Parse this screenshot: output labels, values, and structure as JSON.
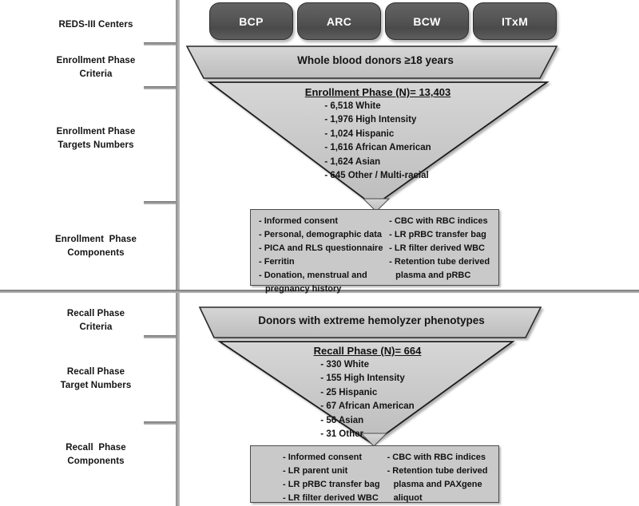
{
  "diagram": {
    "title": "REDS-III study design flowchart",
    "colors": {
      "center_box_fill": "#575757",
      "shape_fill": "#c6c6c6",
      "components_fill": "#c9c9c9",
      "rule_gray": "#9e9e9e",
      "text": "#141414"
    }
  },
  "row_labels": {
    "centers": "REDS-III Centers",
    "enrollment_criteria": "Enrollment Phase\nCriteria",
    "enrollment_targets": "Enrollment Phase\nTargets Numbers",
    "enrollment_components": "Enrollment  Phase\nComponents",
    "recall_criteria": "Recall Phase\nCriteria",
    "recall_targets": "Recall Phase\nTarget Numbers",
    "recall_components": "Recall  Phase\nComponents"
  },
  "centers": [
    {
      "id": "bcp",
      "label": "BCP"
    },
    {
      "id": "arc",
      "label": "ARC"
    },
    {
      "id": "bcw",
      "label": "BCW"
    },
    {
      "id": "itxm",
      "label": "ITxM"
    }
  ],
  "enrollment": {
    "criteria_text": "Whole blood donors ≥18 years",
    "targets": {
      "title": "Enrollment Phase (N)= 13,403",
      "items": [
        "- 6,518 White",
        "- 1,976 High Intensity",
        "- 1,024 Hispanic",
        "- 1,616 African American",
        "- 1,624 Asian",
        "- 645 Other / Multi-racial"
      ]
    },
    "components": {
      "left": [
        {
          "text": "- Informed consent",
          "cont": false
        },
        {
          "text": "- Personal, demographic data",
          "cont": false
        },
        {
          "text": "- PICA and RLS questionnaire",
          "cont": false
        },
        {
          "text": "- Ferritin",
          "cont": false
        },
        {
          "text": "- Donation, menstrual and",
          "cont": false
        },
        {
          "text": "pregnancy history",
          "cont": true
        }
      ],
      "right": [
        {
          "text": "- CBC with RBC indices",
          "cont": false
        },
        {
          "text": "- LR pRBC transfer bag",
          "cont": false
        },
        {
          "text": "- LR filter derived WBC",
          "cont": false
        },
        {
          "text": "- Retention tube derived",
          "cont": false
        },
        {
          "text": "plasma and  pRBC",
          "cont": true
        }
      ]
    }
  },
  "recall": {
    "criteria_text": "Donors with extreme hemolyzer phenotypes",
    "targets": {
      "title": "Recall Phase (N)= 664",
      "items": [
        "- 330 White",
        "- 155 High Intensity",
        "- 25 Hispanic",
        "- 67 African American",
        "- 56 Asian",
        "- 31 Other"
      ]
    },
    "components": {
      "left": [
        {
          "text": "- Informed consent",
          "cont": false
        },
        {
          "text": "- LR parent unit",
          "cont": false
        },
        {
          "text": "- LR pRBC transfer bag",
          "cont": false
        },
        {
          "text": "- LR filter derived WBC",
          "cont": false
        }
      ],
      "right": [
        {
          "text": "- CBC with RBC indices",
          "cont": false
        },
        {
          "text": "- Retention tube derived",
          "cont": false
        },
        {
          "text": "plasma and PAXgene",
          "cont": true
        },
        {
          "text": "aliquot",
          "cont": true
        }
      ]
    }
  }
}
